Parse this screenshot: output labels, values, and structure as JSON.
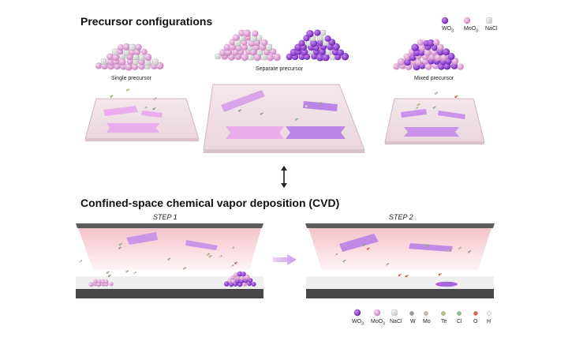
{
  "sections": {
    "precursor_title": "Precursor configurations",
    "cvd_title": "Confined-space chemical vapor deposition (CVD)"
  },
  "configs": [
    {
      "label": "Single precursor"
    },
    {
      "label": "Separate precursor"
    },
    {
      "label": "Mixed precursor"
    }
  ],
  "steps": [
    {
      "label": "STEP 1"
    },
    {
      "label": "STEP 2"
    }
  ],
  "legend_top": [
    {
      "formula": "WO",
      "sub": "3",
      "color": "#8b2fd6"
    },
    {
      "formula": "MoO",
      "sub": "3",
      "color": "#e6a6dc"
    },
    {
      "formula": "NaCl",
      "sub": "",
      "color": "#e6e6e6"
    }
  ],
  "legend_bottom": [
    {
      "formula": "WO",
      "sub": "3",
      "color": "#8b2fd6"
    },
    {
      "formula": "MoO",
      "sub": "3",
      "color": "#e6a6dc"
    },
    {
      "formula": "NaCl",
      "sub": "",
      "color": "#e6e6e6"
    },
    {
      "formula": "W",
      "sub": "",
      "color": "#9b9b9b"
    },
    {
      "formula": "Mo",
      "sub": "",
      "color": "#c7b7a6"
    },
    {
      "formula": "Te",
      "sub": "",
      "color": "#b8c48b"
    },
    {
      "formula": "Cl",
      "sub": "",
      "color": "#8fbf8f"
    },
    {
      "formula": "O",
      "sub": "",
      "color": "#e45b5b"
    },
    {
      "formula": "H",
      "sub": "",
      "color": "#f2f2f2"
    }
  ],
  "colors": {
    "plate": "#f1e1e6",
    "plate_edge": "#cdb8c0",
    "flake_light": "#e8a7ee",
    "flake_dark": "#b57be8",
    "wo3": "#8b2fd6",
    "moo3": "#e6a6dc",
    "nacl": "#e6e6e6",
    "substrate": "#4a4a4a",
    "confined_glow": "#f5c7cf"
  }
}
